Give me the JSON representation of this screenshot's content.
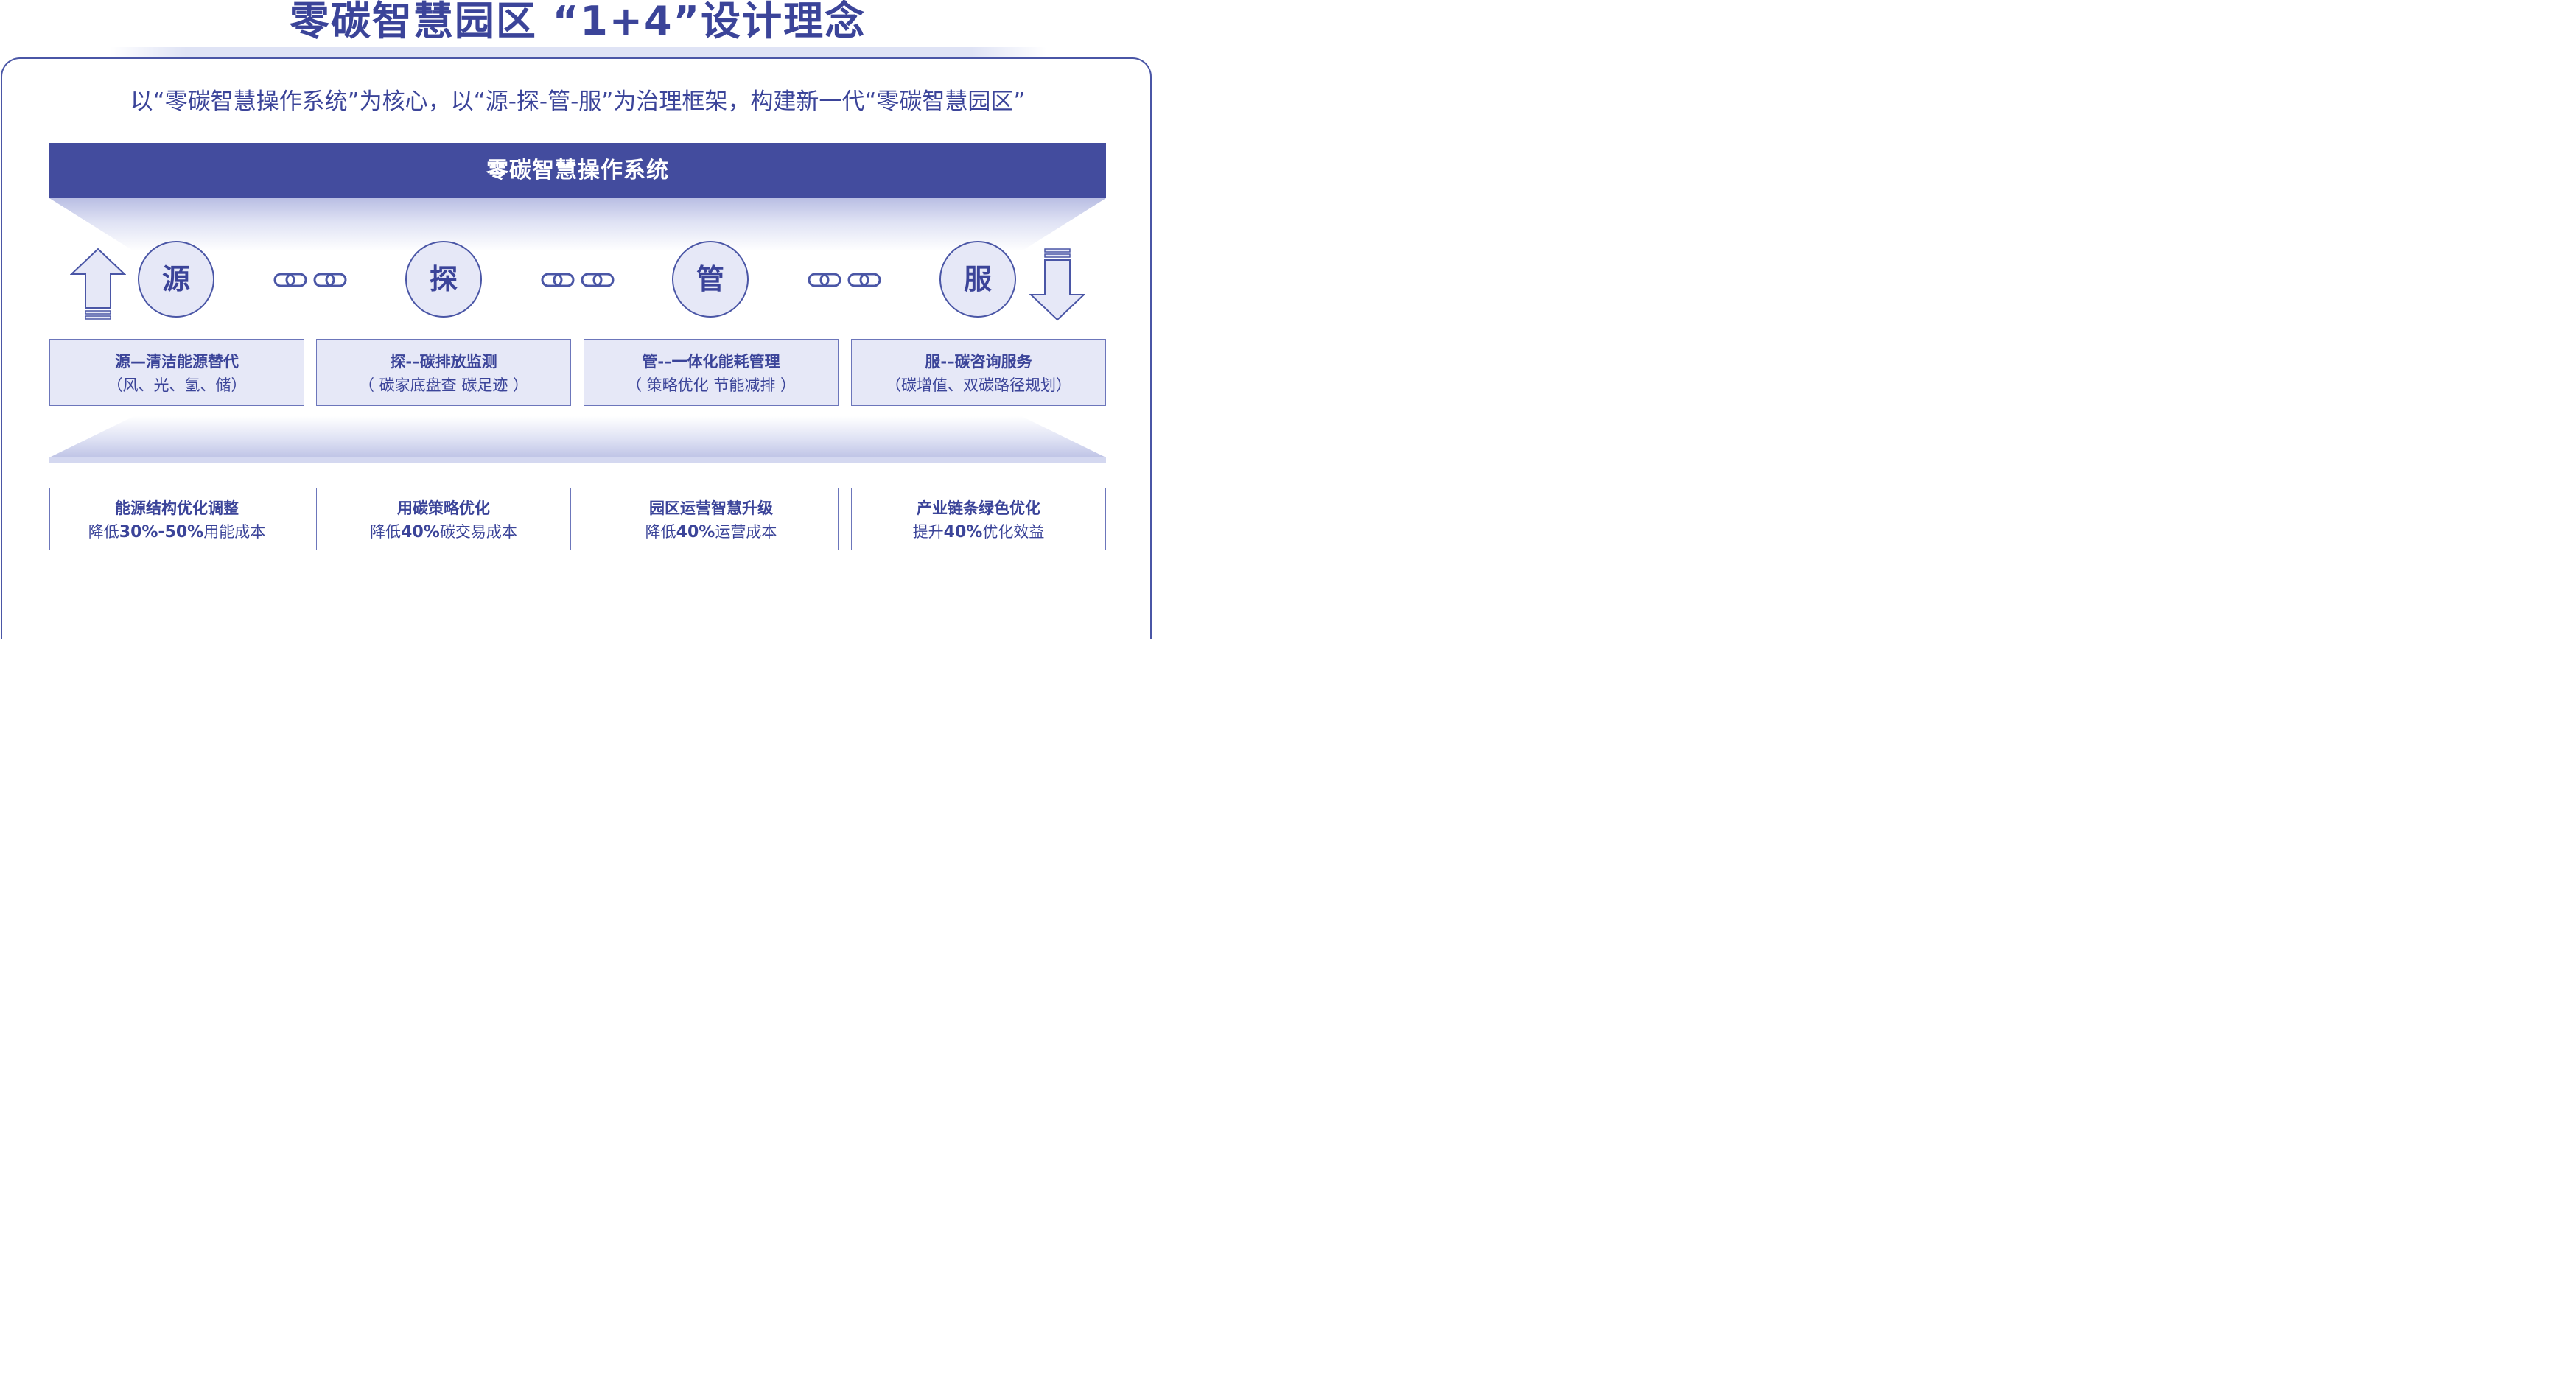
{
  "title": "零碳智慧园区 “1+4”设计理念",
  "tagline": "以“零碳智慧操作系统”为核心，以“源-探-管-服”为治理框架，构建新一代“零碳智慧园区”",
  "os_bar": "零碳智慧操作系统",
  "pillars": [
    {
      "char": "源",
      "name": "源—清洁能源替代",
      "detail": "（风、光、氢、储）"
    },
    {
      "char": "探",
      "name": "探-–碳排放监测",
      "detail": "（ 碳家底盘查 碳足迹 ）"
    },
    {
      "char": "管",
      "name": "管-–一体化能耗管理",
      "detail": "（ 策略优化 节能减排 ）"
    },
    {
      "char": "服",
      "name": "服-–碳咨询服务",
      "detail": "（碳增值、双碳路径规划）"
    }
  ],
  "outcomes": [
    {
      "name": "能源结构优化调整",
      "prefix": "降低",
      "pct": "30%-50%",
      "suffix": "用能成本"
    },
    {
      "name": "用碳策略优化",
      "prefix": "降低",
      "pct": "40%",
      "suffix": "碳交易成本"
    },
    {
      "name": "园区运营智慧升级",
      "prefix": "降低",
      "pct": "40%",
      "suffix": "运营成本"
    },
    {
      "name": "产业链条绿色优化",
      "prefix": "提升",
      "pct": "40%",
      "suffix": "优化效益"
    }
  ],
  "icons": {
    "link": "chain-link-icon",
    "up": "arrow-up-icon",
    "down": "arrow-down-icon"
  },
  "colors": {
    "primary": "#434c9e",
    "light_fill": "#e6e8f7",
    "border": "#6c76bb",
    "text": "#3b4499"
  }
}
